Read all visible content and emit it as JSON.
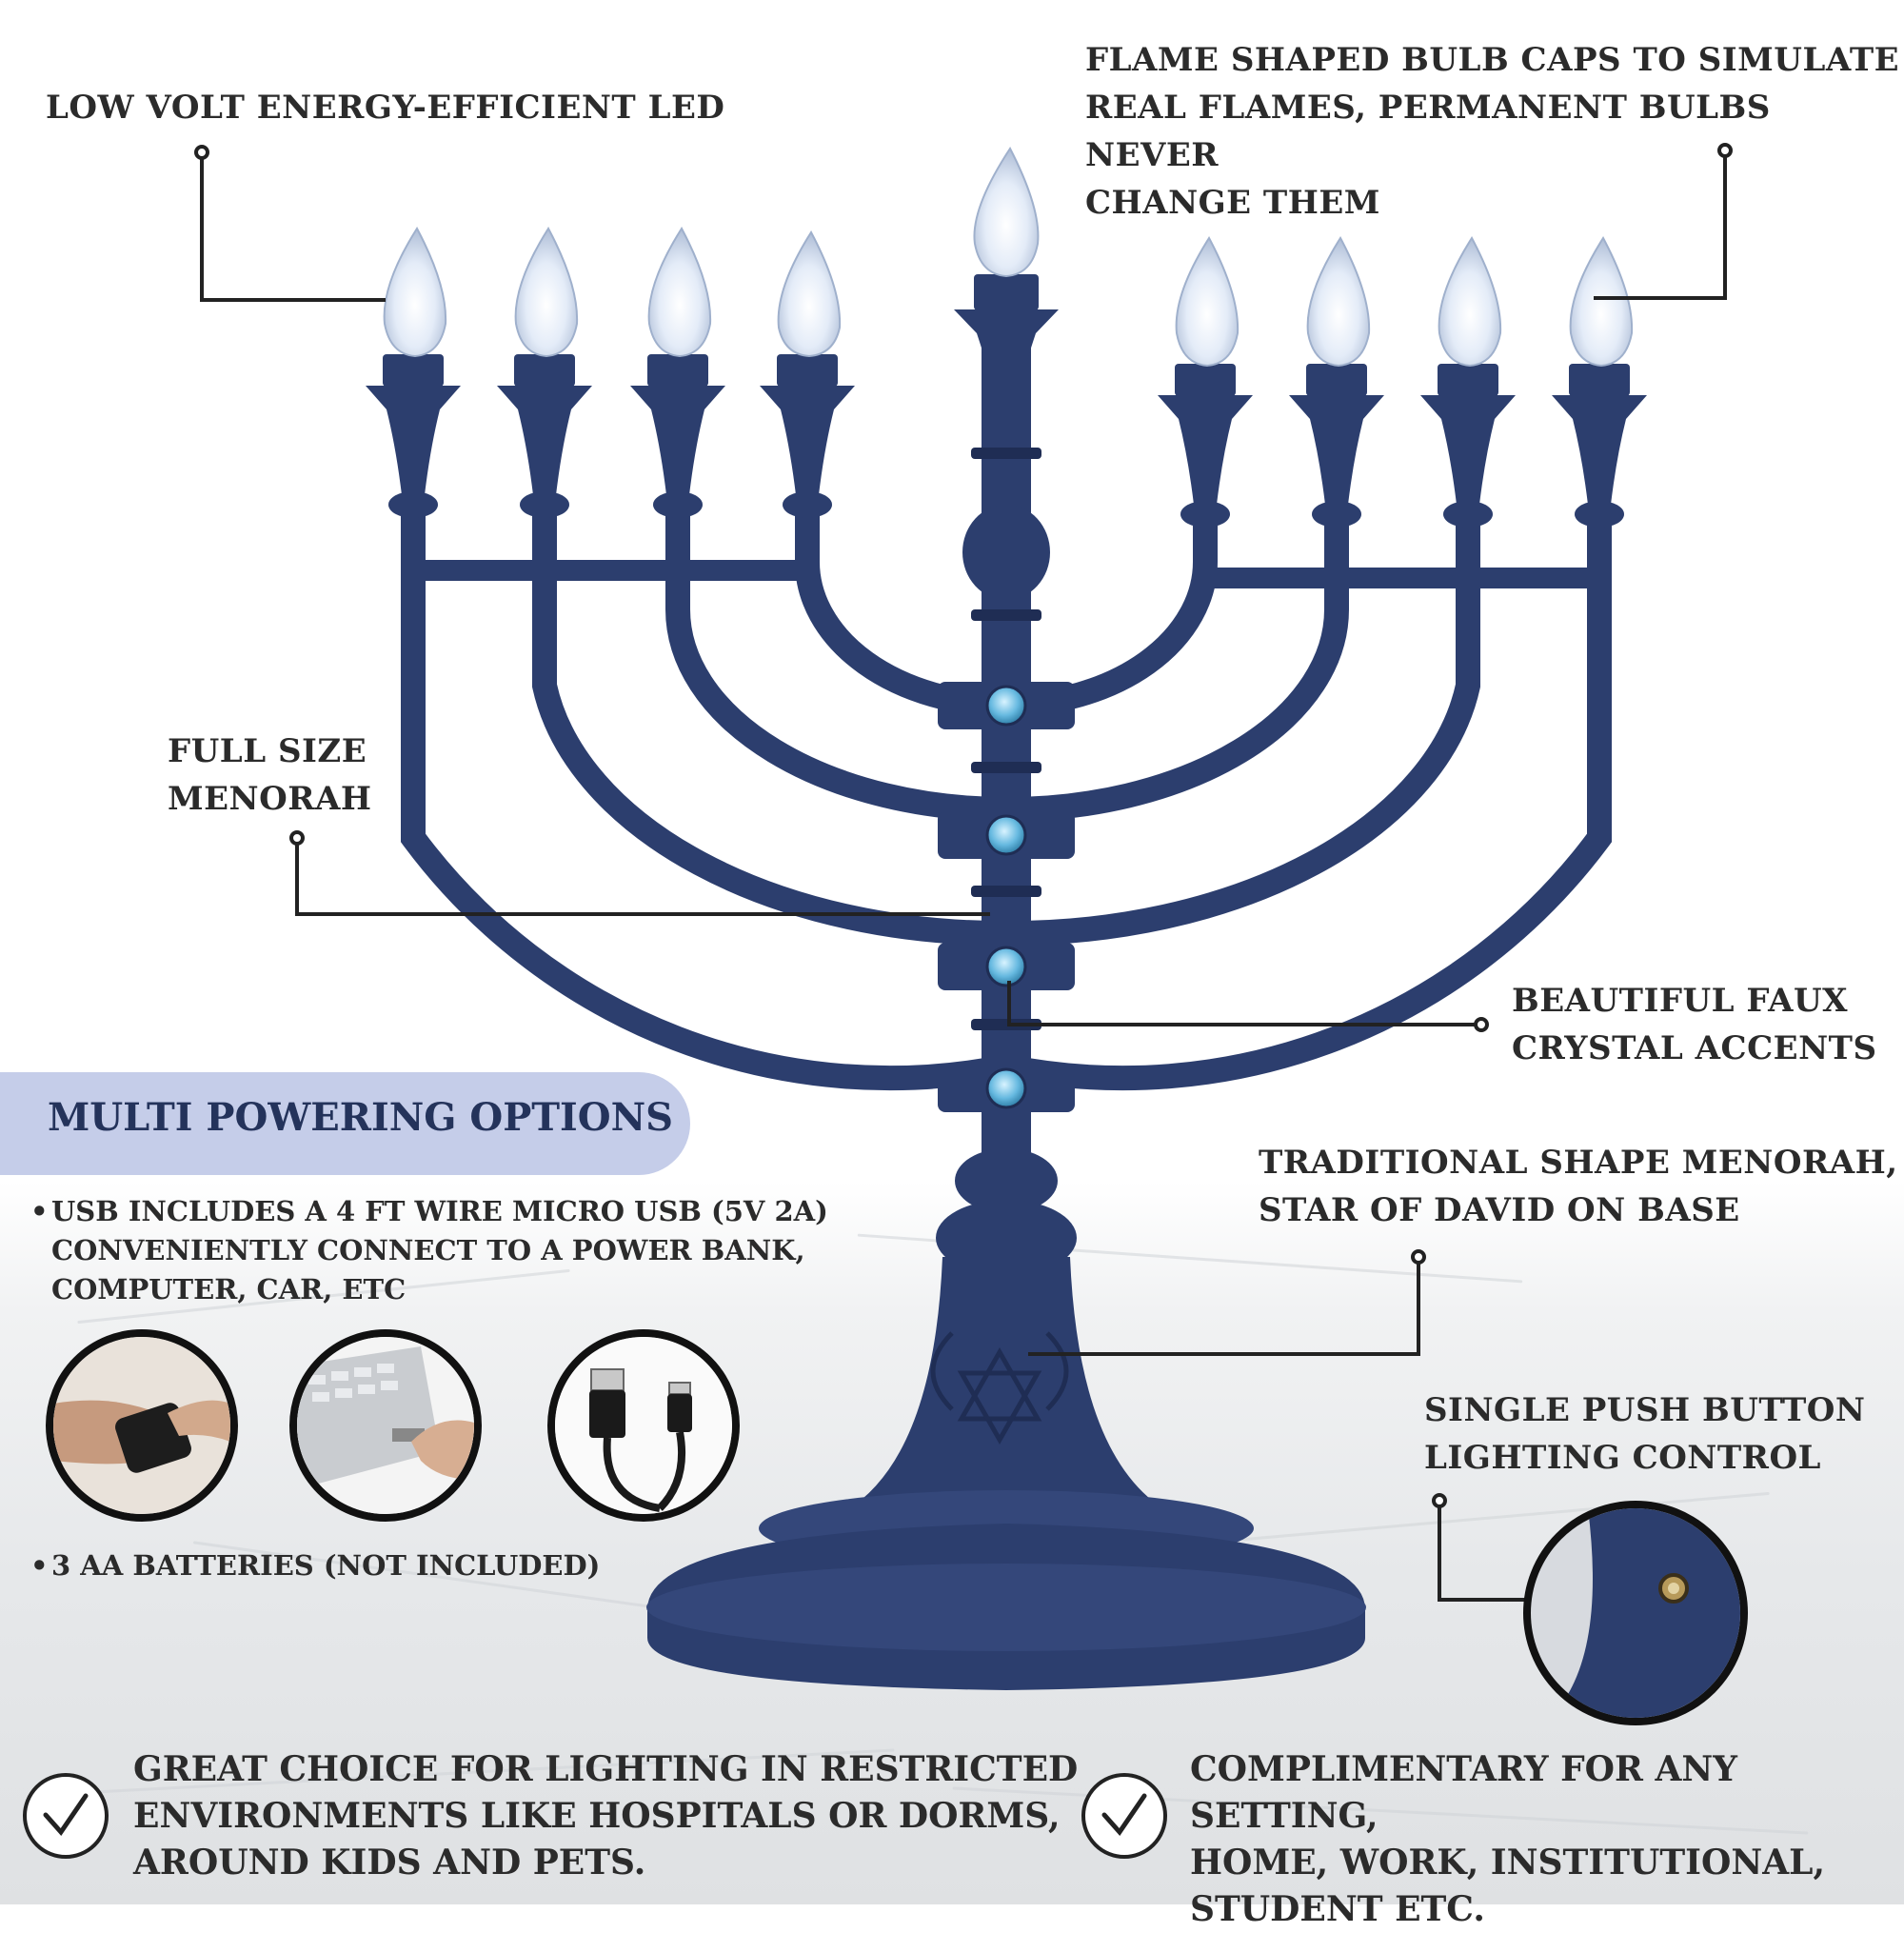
{
  "colors": {
    "menorah": "#2c3e6e",
    "menorah_dark": "#1f2d54",
    "crystal": "#7ec8e8",
    "banner": "#c5cde9",
    "text": "#2b2b2b"
  },
  "callouts": {
    "led": "LOW VOLT ENERGY-EFFICIENT LED",
    "flame": [
      "FLAME SHAPED BULB CAPS TO SIMULATE",
      "REAL FLAMES, PERMANENT BULBS NEVER",
      "CHANGE THEM"
    ],
    "full_size": [
      "FULL SIZE",
      "MENORAH"
    ],
    "crystal": [
      "BEAUTIFUL FAUX",
      "CRYSTAL ACCENTS"
    ],
    "traditional": [
      "TRADITIONAL SHAPE MENORAH,",
      "STAR OF DAVID ON BASE"
    ],
    "push_button": [
      "SINGLE PUSH BUTTON",
      "LIGHTING CONTROL"
    ]
  },
  "power": {
    "title": "MULTI POWERING OPTIONS",
    "usb": [
      "USB INCLUDES A 4 FT WIRE MICRO USB (5V 2A)",
      "CONVENIENTLY CONNECT TO A POWER BANK,",
      "COMPUTER, CAR, ETC"
    ],
    "batteries": "3 AA BATTERIES (NOT INCLUDED)",
    "icons": [
      "power-bank-photo-icon",
      "laptop-usb-photo-icon",
      "usb-cable-photo-icon"
    ]
  },
  "benefits": {
    "restricted": [
      "GREAT CHOICE FOR LIGHTING IN RESTRICTED",
      "ENVIRONMENTS LIKE HOSPITALS OR DORMS,",
      "AROUND KIDS AND PETS."
    ],
    "setting": [
      "COMPLIMENTARY FOR ANY SETTING,",
      "HOME, WORK, INSTITUTIONAL,",
      "STUDENT ETC."
    ]
  }
}
